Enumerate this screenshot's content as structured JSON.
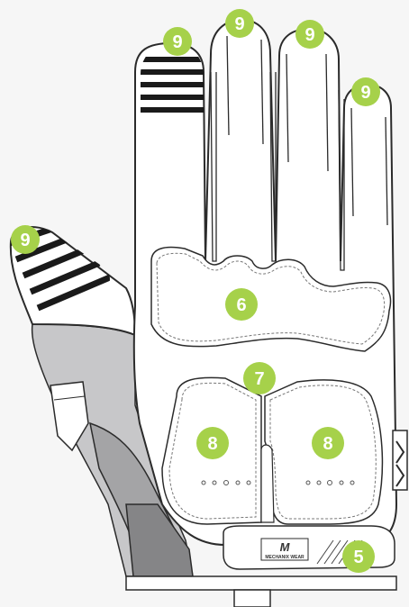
{
  "colors": {
    "background": "#f6f6f6",
    "outline": "#2b2b2b",
    "glove_fill": "#ffffff",
    "badge": "#a6d14a",
    "badge_text": "#ffffff",
    "light_gray": "#c7c7c9",
    "mid_gray": "#a4a4a6",
    "dark_gray": "#858587",
    "stripe": "#1a1a1a"
  },
  "callouts": [
    {
      "id": "index-tip",
      "label": "9"
    },
    {
      "id": "middle-tip",
      "label": "9"
    },
    {
      "id": "ring-tip",
      "label": "9"
    },
    {
      "id": "pinky-tip",
      "label": "9"
    },
    {
      "id": "thumb-tip",
      "label": "9"
    },
    {
      "id": "knuckle-pad",
      "label": "6"
    },
    {
      "id": "palm-center",
      "label": "7"
    },
    {
      "id": "palm-pad-left",
      "label": "8"
    },
    {
      "id": "palm-pad-right",
      "label": "8"
    },
    {
      "id": "wrist-closure",
      "label": "5"
    }
  ],
  "brand": {
    "logo_mark": "M",
    "name": "MECHANIX WEAR"
  }
}
